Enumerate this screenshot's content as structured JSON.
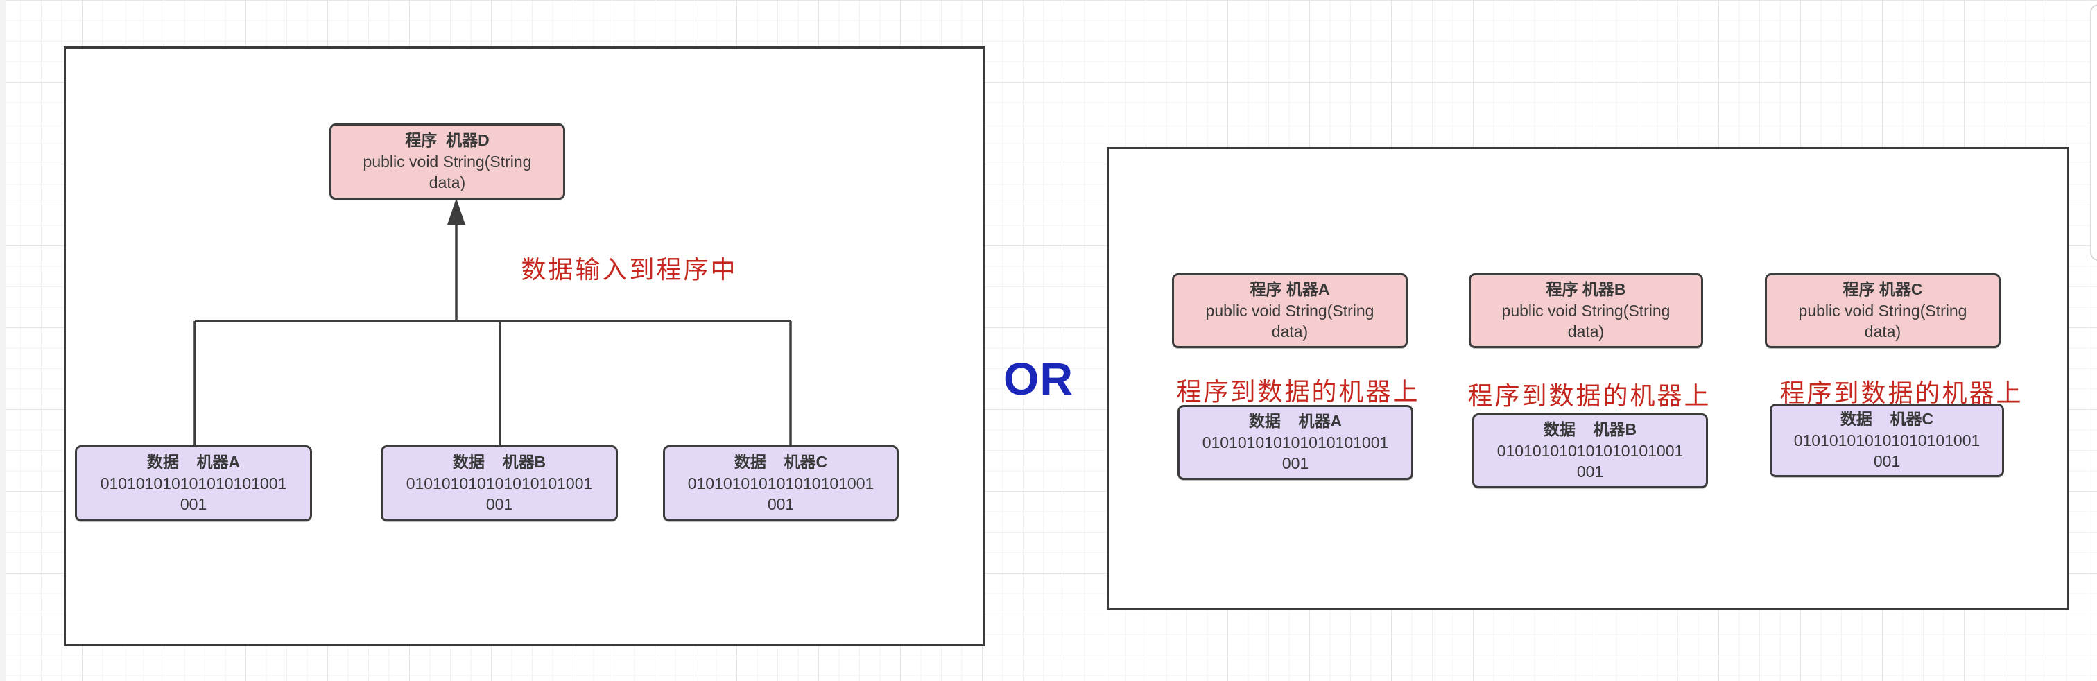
{
  "or_label": "OR",
  "left_panel": {
    "program_box": {
      "title": "程序  机器D",
      "code": "public void String(String\ndata)"
    },
    "flow_label": "数据输入到程序中",
    "data_boxes": [
      {
        "title": "数据    机器A",
        "binary": "010101010101010101001\n001"
      },
      {
        "title": "数据    机器B",
        "binary": "010101010101010101001\n001"
      },
      {
        "title": "数据    机器C",
        "binary": "010101010101010101001\n001"
      }
    ]
  },
  "right_panel": {
    "columns": [
      {
        "program_title": "程序 机器A",
        "program_code": "public void String(String\ndata)",
        "flow_label": "程序到数据的机器上",
        "data_title": "数据    机器A",
        "data_binary": "010101010101010101001\n001"
      },
      {
        "program_title": "程序 机器B",
        "program_code": "public void String(String\ndata)",
        "flow_label": "程序到数据的机器上",
        "data_title": "数据    机器B",
        "data_binary": "010101010101010101001\n001"
      },
      {
        "program_title": "程序 机器C",
        "program_code": "public void String(String\ndata)",
        "flow_label": "程序到数据的机器上",
        "data_title": "数据    机器C",
        "data_binary": "010101010101010101001\n001"
      }
    ]
  },
  "colors": {
    "node_pink_fill": "#f6cdce",
    "node_purple_fill": "#e3d9f6",
    "node_border": "#3c3c3c",
    "flow_label_red": "#c5271e",
    "or_blue": "#1b27b8",
    "panel_border": "#3a3a3a"
  }
}
